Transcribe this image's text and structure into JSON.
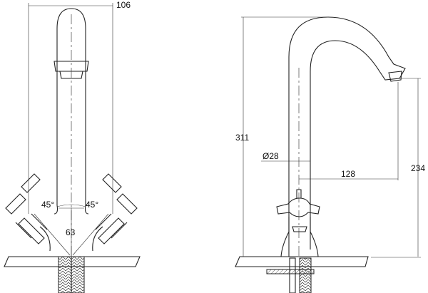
{
  "front_view": {
    "width_dimension": "106",
    "angle_left": "45°",
    "angle_right": "45°",
    "base_height": "63"
  },
  "side_view": {
    "total_height": "311",
    "spout_diameter": "Ø28",
    "spout_reach": "128",
    "spout_height": "234"
  },
  "colors": {
    "line": "#222222",
    "background": "#ffffff"
  }
}
